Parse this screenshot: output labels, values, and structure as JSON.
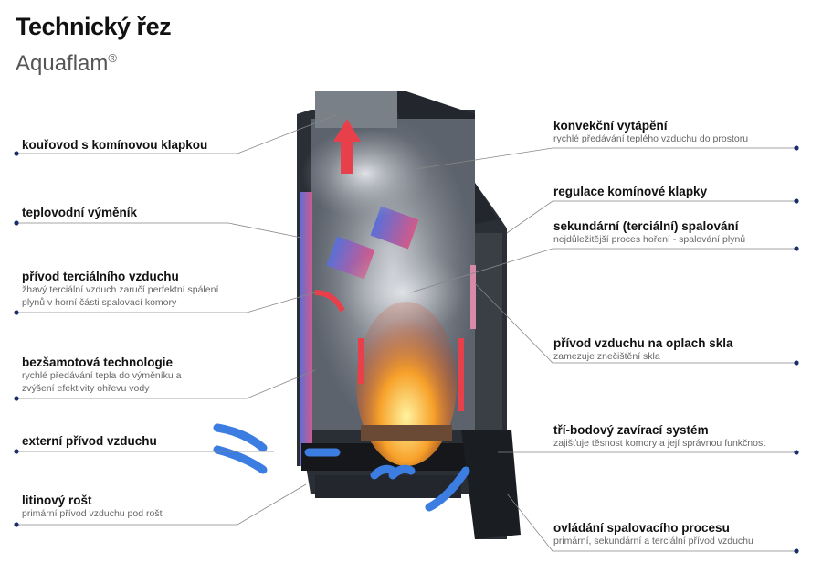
{
  "header": {
    "title": "Technický řez",
    "subtitle": "Aquaflam",
    "registered": "®"
  },
  "left_labels": [
    {
      "title": "kouřovod s komínovou klapkou",
      "desc": []
    },
    {
      "title": "teplovodní výměník",
      "desc": []
    },
    {
      "title": "přívod terciálního vzduchu",
      "desc": [
        "žhavý terciální vzduch zaručí perfektní spálení",
        "plynů v horní části spalovací komory"
      ]
    },
    {
      "title": "bezšamotová technologie",
      "desc": [
        "rychlé předávání tepla do výměníku a",
        "zvýšení efektivity ohřevu vody"
      ]
    },
    {
      "title": "externí přívod vzduchu",
      "desc": []
    },
    {
      "title": "litinový rošt",
      "desc": [
        "primární přívod vzduchu pod rošt"
      ]
    }
  ],
  "right_labels": [
    {
      "title": "konvekční vytápění",
      "desc": [
        "rychlé předávání teplého vzduchu do prostoru"
      ]
    },
    {
      "title": "regulace komínové klapky",
      "desc": []
    },
    {
      "title": "sekundární (terciální) spalování",
      "desc": [
        "nejdůležitější proces hoření - spalování plynů"
      ]
    },
    {
      "title": "přívod vzduchu na oplach skla",
      "desc": [
        "zamezuje znečištění skla"
      ]
    },
    {
      "title": "tří-bodový zavírací systém",
      "desc": [
        "zajišťuje těsnost komory a její správnou funkčnost"
      ]
    },
    {
      "title": "ovládání spalovacího procesu",
      "desc": [
        "primární, sekundární a terciální přívod vzduchu"
      ]
    }
  ],
  "colors": {
    "dot": "#1a2e6b",
    "line": "#888888",
    "body": "#1c1f24",
    "fire": "#f07a1a",
    "cold_air": "#3b7de0",
    "hot_air": "#e8404a"
  }
}
